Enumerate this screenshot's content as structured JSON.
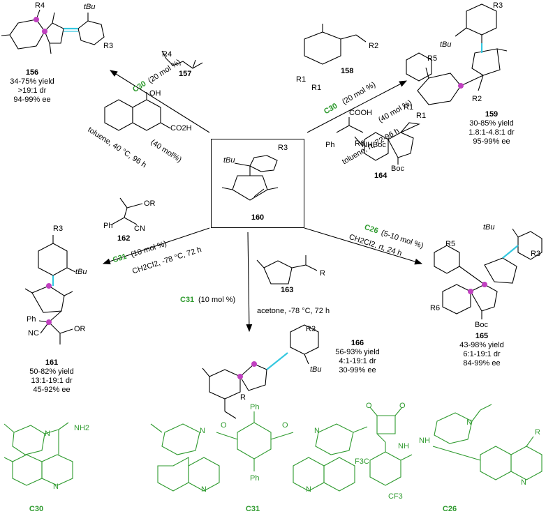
{
  "center": {
    "label": "160",
    "substituents": [
      "tBu",
      "R3"
    ]
  },
  "products": [
    {
      "id": "156",
      "yield": "34-75% yield",
      "dr": ">19:1 dr",
      "ee": "94-99% ee",
      "subst": [
        "R4",
        "tBu",
        "R3"
      ]
    },
    {
      "id": "159",
      "yield": "30-85% yield",
      "dr": "1.8:1-4.8:1 dr",
      "ee": "95-99% ee",
      "subst": [
        "R3",
        "tBu",
        "R1",
        "R1",
        "R2"
      ]
    },
    {
      "id": "161",
      "yield": "50-82% yield",
      "dr": "13:1-19:1 dr",
      "ee": "45-92% ee",
      "subst": [
        "R3",
        "tBu",
        "Ph",
        "NC",
        "OR"
      ]
    },
    {
      "id": "165",
      "yield": "43-98% yield",
      "dr": "6:1-19:1 dr",
      "ee": "84-99% ee",
      "subst": [
        "R5",
        "tBu",
        "R3",
        "R6",
        "Boc"
      ]
    },
    {
      "id": "166",
      "yield": "56-93% yield",
      "dr": "4:1-19:1 dr",
      "ee": "30-99% ee",
      "subst": [
        "R3",
        "tBu",
        "R"
      ]
    }
  ],
  "conditions": {
    "r156": {
      "substrate": "157",
      "subst": "R4",
      "catalyst": "C30",
      "loading": "(20 mol %)",
      "additive_amt": "(40 mol%)",
      "additive": "CO2H",
      "additive_oh": "OH",
      "solvent": "toluene, 40 °C, 96 h"
    },
    "r159": {
      "substrate": "158",
      "subst": [
        "R1",
        "R1",
        "R2"
      ],
      "catalyst": "C30",
      "loading": "(20 mol %)",
      "additive_amt": "(40 mol %)",
      "additive": [
        "COOH",
        "Ph",
        "NHBoc"
      ],
      "solvent": "toluene, rt, 72-96 h"
    },
    "r161": {
      "substrate": "162",
      "subst": [
        "Ph",
        "CN",
        "OR"
      ],
      "catalyst": "C31",
      "loading": "(10 mol %)",
      "solvent": "CH2Cl2, -78 °C, 72 h"
    },
    "r165": {
      "substrate": "164",
      "subst": [
        "R5",
        "R6",
        "Boc"
      ],
      "catalyst": "C26",
      "loading": "(5-10 mol %)",
      "solvent": "CH2Cl2, rt, 24 h"
    },
    "r166": {
      "substrate": "163",
      "subst": "R",
      "catalyst": "C31",
      "loading": "(10 mol %)",
      "solvent": "acetone, -78 °C, 72 h"
    }
  },
  "catalysts": [
    {
      "id": "C30",
      "subst": [
        "NH2",
        "N",
        "N"
      ]
    },
    {
      "id": "C31",
      "subst": [
        "Ph",
        "Ph",
        "N",
        "N",
        "N",
        "N",
        "O",
        "O"
      ]
    },
    {
      "id": "C26",
      "subst": [
        "R",
        "F3C",
        "CF3",
        "NH",
        "NH",
        "O",
        "O",
        "N",
        "N"
      ]
    }
  ],
  "colors": {
    "catalyst": "#2e9a2e",
    "axis": "#35c8e0",
    "stereocenter": "#c040c0",
    "ink": "#000000"
  }
}
